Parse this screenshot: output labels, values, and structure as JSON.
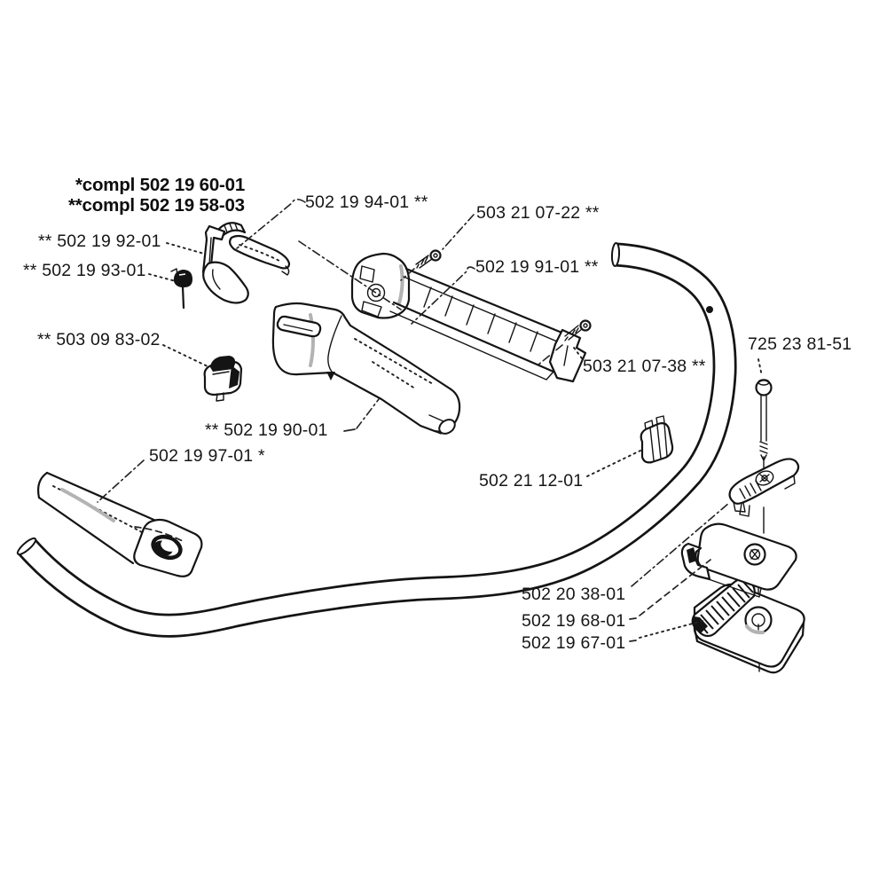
{
  "diagram": {
    "description": "Exploded parts diagram of a handlebar / handle assembly",
    "legend": [
      "*compl 502 19 60-01",
      "**compl 502 19 58-03"
    ],
    "labels": [
      "502 19 94-01 **",
      "503 21 07-22 **",
      "** 502 19 92-01",
      "** 502 19 93-01",
      "502 19 91-01 **",
      "** 503 09 83-02",
      "503 21 07-38 **",
      "725 23 81-51",
      "** 502 19 90-01",
      "502 19 97-01 *",
      "502 21 12-01",
      "502 20 38-01",
      "502 19 68-01",
      "502 19 67-01"
    ],
    "colors": {
      "background": "#ffffff",
      "line": "#141414",
      "text": "#161616"
    }
  }
}
